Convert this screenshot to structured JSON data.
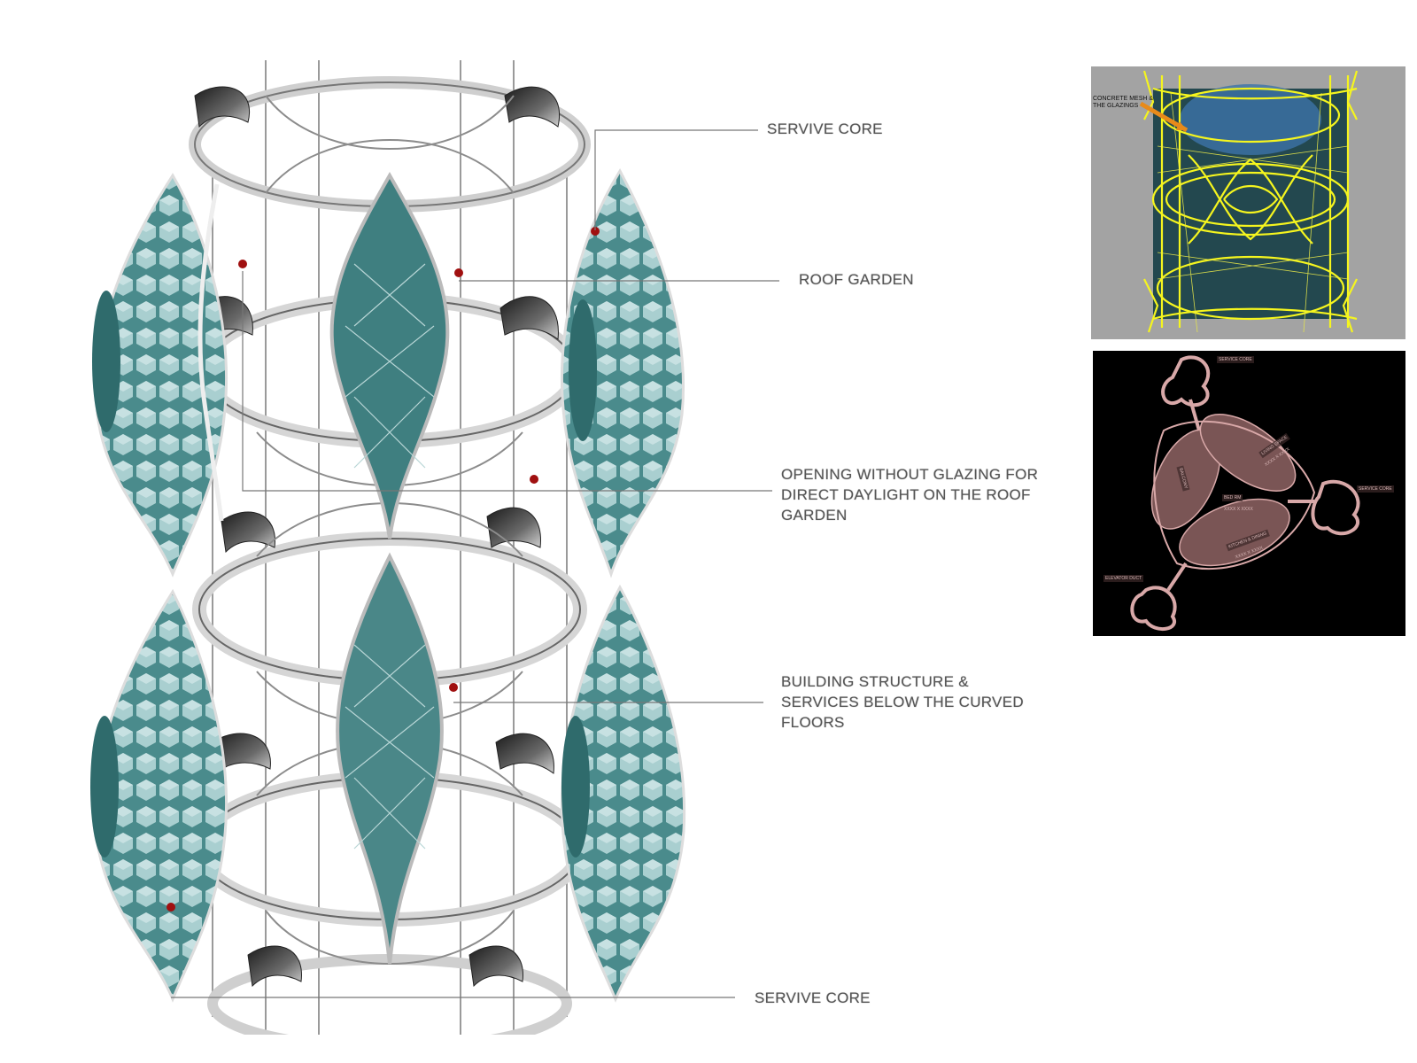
{
  "labels": {
    "service_core_top": "SERVIVE CORE",
    "roof_garden": "ROOF GARDEN",
    "opening": "OPENING WITHOUT GLAZING FOR\nDIRECT DAYLIGHT ON THE ROOF\nGARDEN",
    "structure": "BUILDING STRUCTURE &\nSERVICES BELOW THE CURVED\nFLOORS",
    "service_core_bottom": "SERVIVE CORE"
  },
  "mesh_view": {
    "annotation": "CONCRETE MESH &\nTHE GLAZINGS"
  },
  "plan_view": {
    "service_core_1": "SERVICE CORE",
    "service_core_2": "SERVICE CORE",
    "elevator": "ELEVATOR DUCT",
    "living": "LIVING SPACE",
    "living_dim": "XXXX X XXXX",
    "bed": "BED RM",
    "bed_dim": "XXXX X XXXX",
    "kitchen": "KITCHEN & DINING",
    "kitchen_dim": "XXXX X XXXX",
    "balcony": "BALCONY"
  },
  "colors": {
    "teal": "#3f7f80",
    "teal_light": "#a9cfd0",
    "mesh_yellow": "#f5f51e",
    "marker_red": "#a01010",
    "plan_pink": "#d8a8a8"
  }
}
